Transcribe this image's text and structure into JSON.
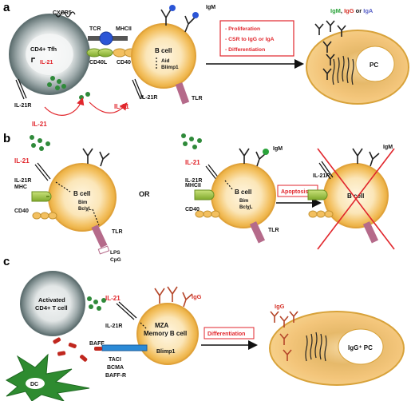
{
  "panel_a": {
    "letter": "a",
    "cxcr5": "CXCR5",
    "tfh": "CD4+ Tfh",
    "il21_internal": "IL-21",
    "tcr": "TCR",
    "mhcii": "MHCII",
    "cd40l": "CD40L",
    "cd40": "CD40",
    "il21r_t": "IL-21R",
    "il21_left": "IL-21",
    "il21_mid": "IL-21",
    "il21r_b": "IL-21R",
    "igm": "IgM",
    "bcell": "B cell",
    "aid": "Aid",
    "blimp1": "Blimp1",
    "tlr": "TLR",
    "box_lines": [
      "- Proliferation",
      "- CSR to IgG or IgA",
      "- Differentiation"
    ],
    "iso_igm": "IgM",
    "iso_sep1": ", ",
    "iso_igg": "IgG",
    "iso_or": " or ",
    "iso_iga": "IgA",
    "pc": "PC"
  },
  "panel_b": {
    "letter": "b",
    "il21_1": "IL-21",
    "il21r_1": "IL-21R",
    "mhc": "MHC",
    "cd40_1": "CD40",
    "bcell_1": "B cell",
    "bim_1": "Bim",
    "bclxl_1": "BclχL",
    "tlr_1": "TLR",
    "lps": "LPS",
    "cpg": "CpG",
    "or": "OR",
    "il21_2": "IL-21",
    "il21r_2": "IL-21R",
    "igm_2": "IgM",
    "mhcii_2": "MHCII",
    "cd40_2": "CD40",
    "bcell_2": "B cell",
    "bim_2": "Bim",
    "bclxl_2": "BclχL",
    "tlr_2": "TLR",
    "apoptosis": "Apoptosis",
    "il21r_3": "IL-21R",
    "igm_3": "IgM",
    "bcell_3": "B cell"
  },
  "panel_c": {
    "letter": "c",
    "activated": [
      "Activated",
      "CD4+ T cell"
    ],
    "il21": "IL-21",
    "igg_1": "IgG",
    "il21r": "IL-21R",
    "mza": "MZA",
    "memory": "Memory B cell",
    "blimp1": "Blimp1",
    "baff": "BAFF",
    "taci": "TACI",
    "bcma": "BCMA",
    "baffr": "BAFF-R",
    "dc": "DC",
    "differentiation": "Differentiation",
    "igg_2": "IgG",
    "iggpc": "IgG⁺ PC"
  },
  "colors": {
    "bcell_fill": "#f3c060",
    "bcell_stroke": "#d8a23a",
    "tcell_fill": "#7a8c8d",
    "red": "#e1262c",
    "green": "#2f8a3a",
    "dc_green": "#2e8b30",
    "tlr": "#b56a8a",
    "lime": "#9cc53a",
    "blue": "#2b55d6",
    "brown": "#b5462a",
    "iga_blue": "#5a62c8",
    "igm_green": "#2aa33a",
    "igg_red": "#d6342a"
  }
}
